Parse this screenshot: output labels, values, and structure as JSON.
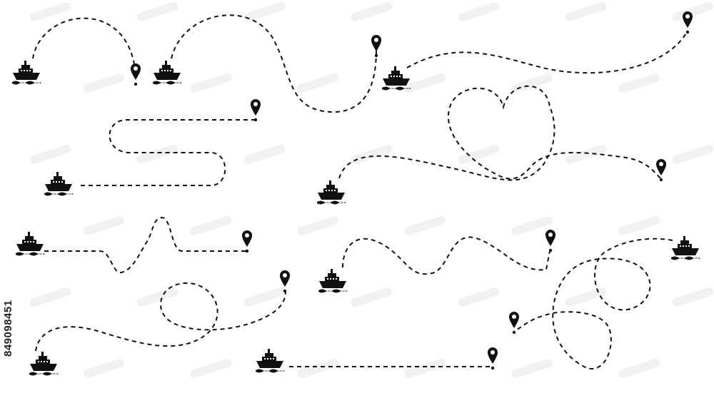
{
  "stock_id": "849098451",
  "colors": {
    "ink": "#111111",
    "background": "#ffffff",
    "watermark": "#e6e6e6"
  },
  "icons": {
    "start": "ship-icon",
    "end": "location-pin-icon"
  },
  "routes": [
    {
      "name": "route-1-arc"
    },
    {
      "name": "route-2-wave"
    },
    {
      "name": "route-3-long-curve"
    },
    {
      "name": "route-4-u-turn"
    },
    {
      "name": "route-5-heart"
    },
    {
      "name": "route-6-pulse"
    },
    {
      "name": "route-7-wave"
    },
    {
      "name": "route-8-figure-eight"
    },
    {
      "name": "route-9-loop"
    },
    {
      "name": "route-10-straight"
    }
  ]
}
